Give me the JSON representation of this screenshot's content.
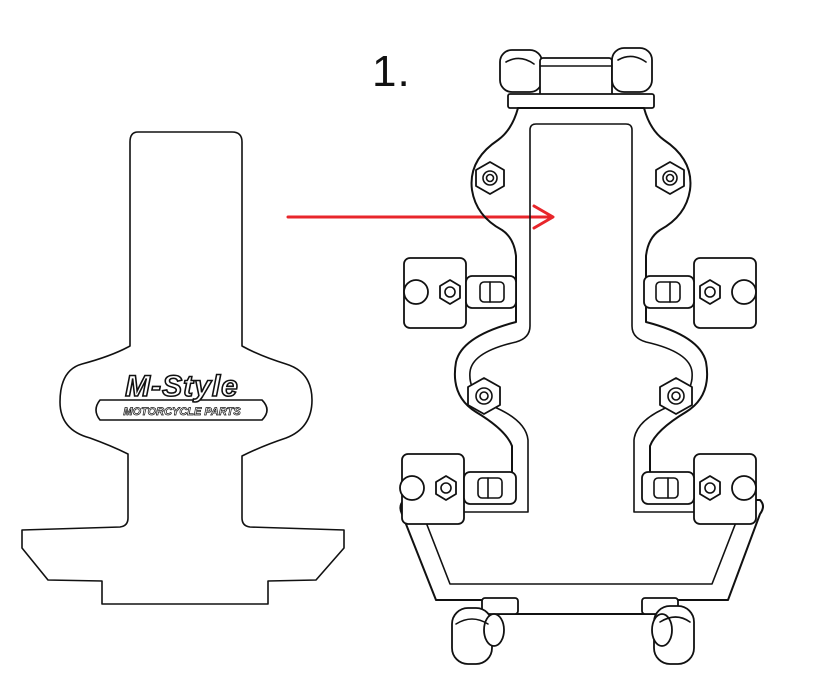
{
  "step": {
    "label": "1."
  },
  "sticker": {
    "logo_text": "M-Style",
    "logo_subtext": "MOTORCYCLE PARTS"
  },
  "colors": {
    "outline": "#111111",
    "arrow": "#e8262b",
    "background": "#ffffff"
  },
  "icons": {
    "arrow": "arrow-right-icon",
    "hex_nut": "hex-nut-icon",
    "wheel": "wheel-icon"
  }
}
